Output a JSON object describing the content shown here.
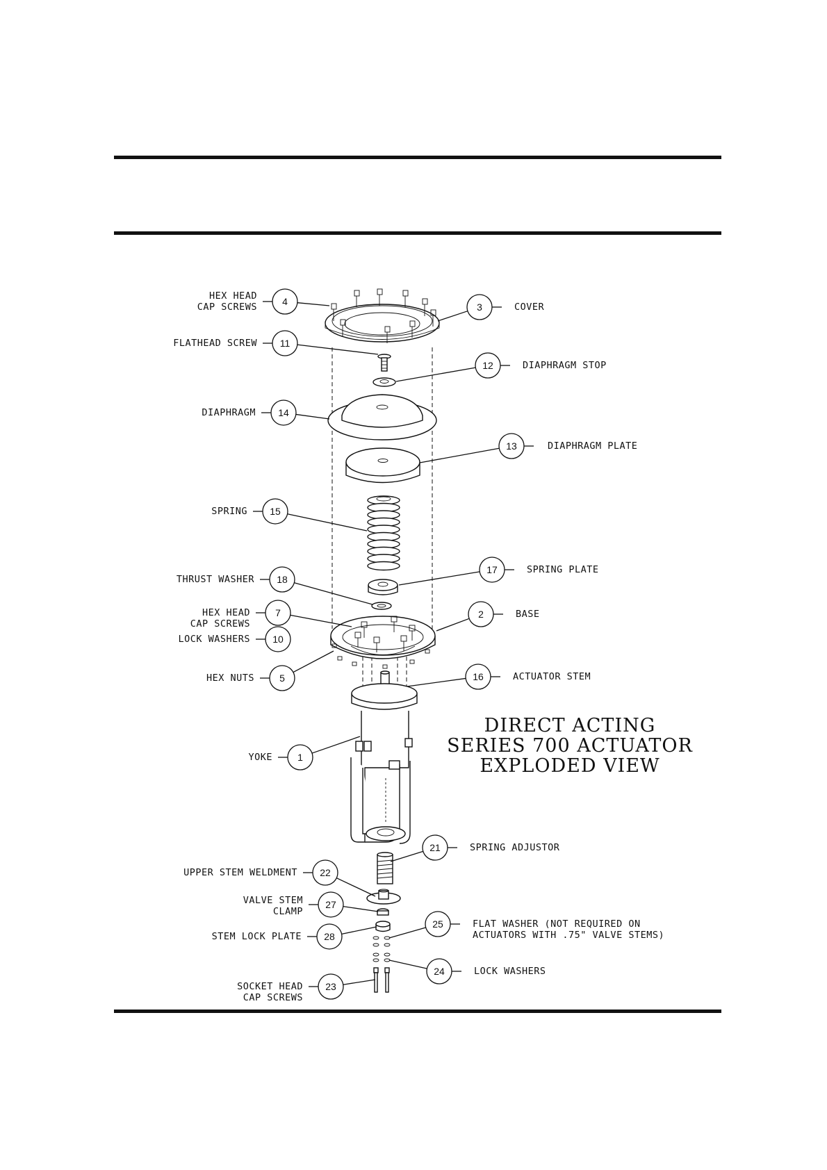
{
  "title_lines": [
    "DIRECT ACTING",
    "SERIES 700 ACTUATOR",
    "EXPLODED VIEW"
  ],
  "callouts": [
    {
      "num": "4",
      "label": [
        "HEX HEAD",
        "CAP SCREWS"
      ]
    },
    {
      "num": "3",
      "label": [
        "COVER"
      ]
    },
    {
      "num": "11",
      "label": [
        "FLATHEAD SCREW"
      ]
    },
    {
      "num": "12",
      "label": [
        "DIAPHRAGM STOP"
      ]
    },
    {
      "num": "14",
      "label": [
        "DIAPHRAGM"
      ]
    },
    {
      "num": "13",
      "label": [
        "DIAPHRAGM PLATE"
      ]
    },
    {
      "num": "15",
      "label": [
        "SPRING"
      ]
    },
    {
      "num": "17",
      "label": [
        "SPRING PLATE"
      ]
    },
    {
      "num": "18",
      "label": [
        "THRUST WASHER"
      ]
    },
    {
      "num": "7",
      "label": [
        "HEX HEAD",
        "CAP SCREWS"
      ]
    },
    {
      "num": "2",
      "label": [
        "BASE"
      ]
    },
    {
      "num": "10",
      "label": [
        "LOCK WASHERS"
      ]
    },
    {
      "num": "5",
      "label": [
        "HEX NUTS"
      ]
    },
    {
      "num": "16",
      "label": [
        "ACTUATOR STEM"
      ]
    },
    {
      "num": "1",
      "label": [
        "YOKE"
      ]
    },
    {
      "num": "21",
      "label": [
        "SPRING ADJUSTOR"
      ]
    },
    {
      "num": "22",
      "label": [
        "UPPER STEM WELDMENT"
      ]
    },
    {
      "num": "27",
      "label": [
        "VALVE STEM",
        "CLAMP"
      ]
    },
    {
      "num": "25",
      "label": [
        "FLAT WASHER (NOT REQUIRED ON",
        "ACTUATORS WITH .75\" VALVE STEMS)"
      ]
    },
    {
      "num": "28",
      "label": [
        "STEM LOCK PLATE"
      ]
    },
    {
      "num": "24",
      "label": [
        "LOCK WASHERS"
      ]
    },
    {
      "num": "23",
      "label": [
        "SOCKET HEAD",
        "CAP SCREWS"
      ]
    }
  ]
}
